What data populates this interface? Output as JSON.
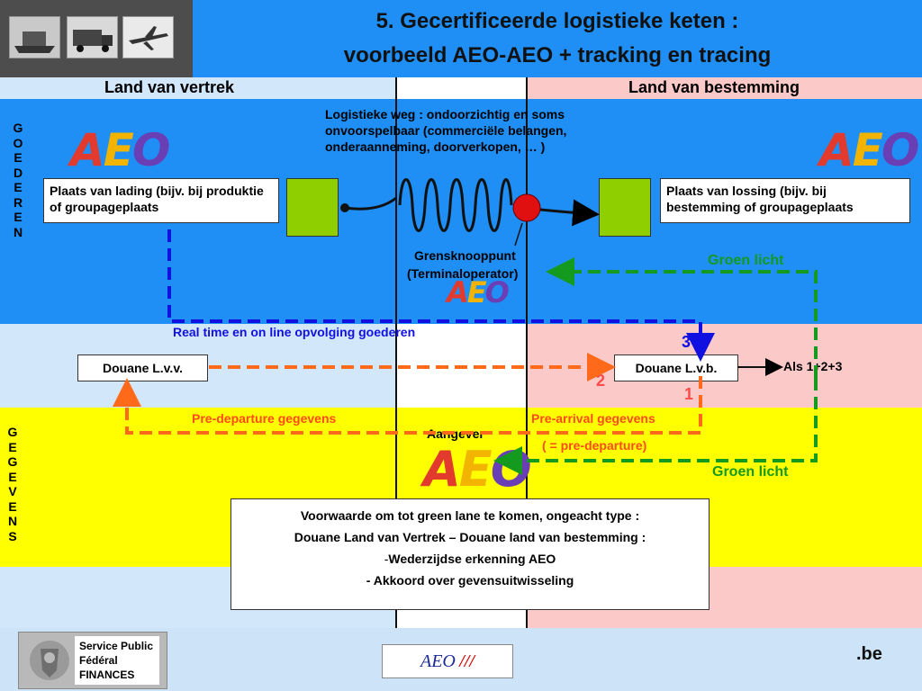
{
  "header": {
    "title_line1": "5. Gecertificeerde logistieke keten :",
    "title_line2": "voorbeeld AEO-AEO + tracking en tracing"
  },
  "columns": {
    "left": "Land van vertrek",
    "right": "Land van bestemming"
  },
  "sections": {
    "goederen_letters": [
      "G",
      "O",
      "E",
      "D",
      "E",
      "R",
      "E",
      "N"
    ],
    "gegevens_letters": [
      "G",
      "E",
      "G",
      "E",
      "V",
      "E",
      "N",
      "S"
    ]
  },
  "goods": {
    "logistic_route": "Logistieke weg : ondoorzichtig en soms onvoorspelbaar (commerciële belangen, onderaanneming, doorverkopen, … )",
    "loading_place": "Plaats van lading (bijv. bij produktie of groupageplaats",
    "unloading_place": "Plaats van lossing (bijv. bij bestemming of groupageplaats",
    "border_node": "Grensknooppunt",
    "terminal_operator": "(Terminaloperator)",
    "green_light_top": "Groen licht"
  },
  "tracking": {
    "realtime": "Real time en on line opvolging goederen",
    "num3": "3",
    "num2": "2",
    "num1": "1",
    "customs_departure": "Douane L.v.v.",
    "customs_destination": "Douane L.v.b.",
    "als": "Als 1+2+3"
  },
  "data_flow": {
    "pre_departure": "Pre-departure gegevens",
    "pre_arrival": "Pre-arrival gegevens",
    "pre_arrival_note": "( = pre-departure)",
    "declarant": "Aangever",
    "green_light_bottom": "Groen licht"
  },
  "aeo_text": {
    "a": "A",
    "e": "E",
    "o": "O"
  },
  "conditions": {
    "line1": "Voorwaarde om tot green lane te komen, ongeacht type :",
    "line2": "Douane Land van Vertrek – Douane land van bestemming :",
    "line3_dash": "-",
    "line3": "Wederzijdse erkenning AEO",
    "line4": "- Akkoord over gevensuitwisseling"
  },
  "footer": {
    "spf_line1": "Service Public",
    "spf_line2": "Fédéral",
    "spf_line3": "FINANCES",
    "center_logo": "AEO",
    "center_slashes": "///",
    "be": ".be"
  },
  "colors": {
    "blue": "#1f8ff5",
    "light_blue": "#d3e7fb",
    "pink": "#fcc9c9",
    "yellow": "#ffff00",
    "orange_arrow": "#ff6a1a",
    "green_arrow": "#149a1e",
    "blue_arrow": "#1010e0"
  }
}
